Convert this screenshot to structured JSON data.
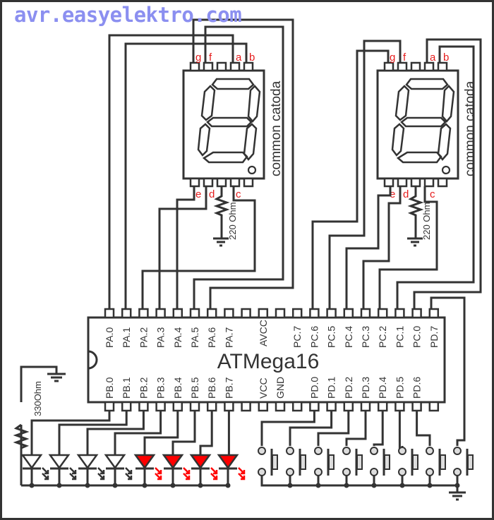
{
  "watermark": "avr.easyelektro.com",
  "chip": {
    "name": "ATMega16",
    "top_pins": [
      "PA.0",
      "PA.1",
      "PA.2",
      "PA.3",
      "PA.4",
      "PA.5",
      "PA.6",
      "PA.7",
      "",
      "AVCC",
      "",
      "PC.7",
      "PC.6",
      "PC.5",
      "PC.4",
      "PC.3",
      "PC.2",
      "PC.1",
      "PC.0",
      "PD.7"
    ],
    "bottom_pins": [
      "PB.0",
      "PB.1",
      "PB.2",
      "PB.3",
      "PB.4",
      "PB.5",
      "PB.6",
      "PB.7",
      "",
      "VCC",
      "GND",
      "",
      "PD.0",
      "PD.1",
      "PD.2",
      "PD.3",
      "PD.4",
      "PD.5",
      "PD.6",
      ""
    ]
  },
  "displays": [
    {
      "label": "common catoda",
      "top_segments": [
        "g",
        "f",
        "",
        "a",
        "b"
      ],
      "bottom_segments": [
        "e",
        "d",
        "",
        "c",
        ""
      ],
      "resistor": "220 Ohm"
    },
    {
      "label": "common catoda",
      "top_segments": [
        "g",
        "f",
        "",
        "a",
        "b"
      ],
      "bottom_segments": [
        "e",
        "d",
        "",
        "c",
        ""
      ],
      "resistor": "220 Ohm"
    }
  ],
  "led_resistor": "330Ohm",
  "leds": [
    {
      "port": "PB.0",
      "color": "white"
    },
    {
      "port": "PB.1",
      "color": "white"
    },
    {
      "port": "PB.2",
      "color": "white"
    },
    {
      "port": "PB.3",
      "color": "white"
    },
    {
      "port": "PB.4",
      "color": "red"
    },
    {
      "port": "PB.5",
      "color": "red"
    },
    {
      "port": "PB.6",
      "color": "red"
    },
    {
      "port": "PB.7",
      "color": "red"
    }
  ],
  "buttons": [
    "PD.0",
    "PD.1",
    "PD.2",
    "PD.3",
    "PD.4",
    "PD.5",
    "PD.6",
    "PD.7"
  ],
  "colors": {
    "wire": "#333333",
    "segment_label": "#e51c1c",
    "led_red": "#ff0000",
    "watermark": "#8b8ff0",
    "button_fill": "#dddddd"
  }
}
